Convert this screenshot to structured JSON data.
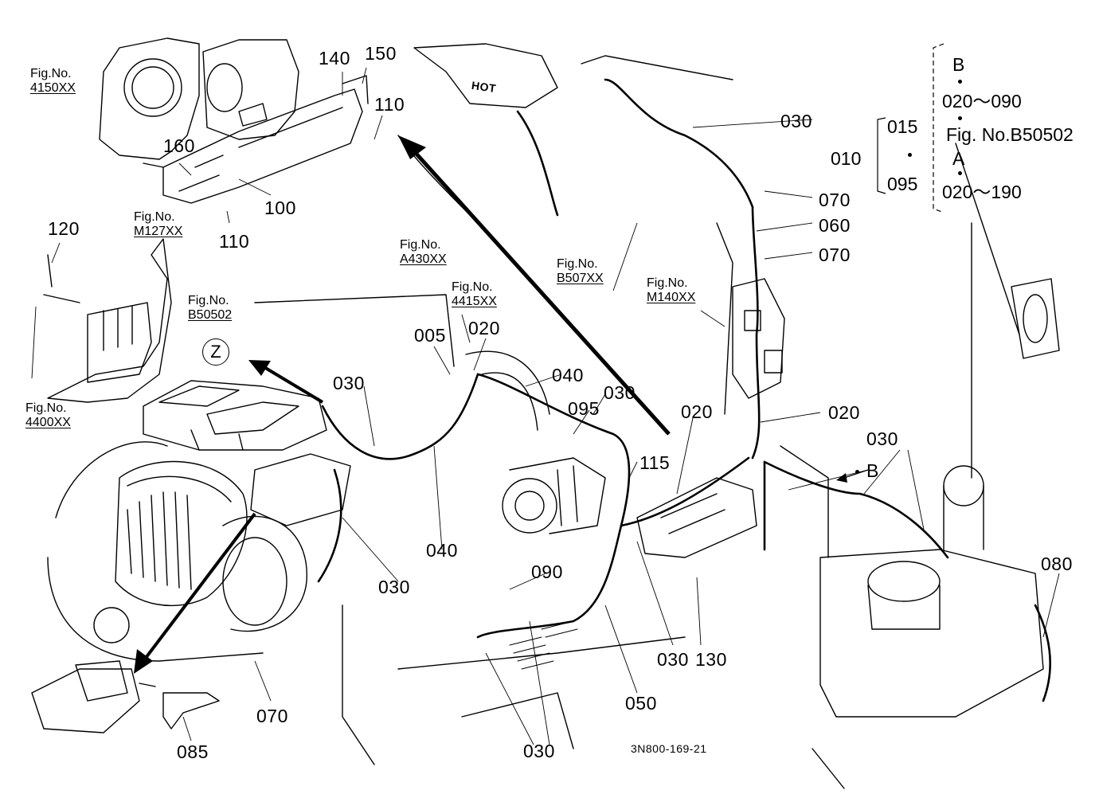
{
  "diagram": {
    "part_labels": [
      {
        "id": "140",
        "text": "140"
      },
      {
        "id": "150",
        "text": "150"
      },
      {
        "id": "110a",
        "text": "110"
      },
      {
        "id": "160",
        "text": "160"
      },
      {
        "id": "100",
        "text": "100"
      },
      {
        "id": "110b",
        "text": "110"
      },
      {
        "id": "120",
        "text": "120"
      },
      {
        "id": "030a",
        "text": "030"
      },
      {
        "id": "070a",
        "text": "070"
      },
      {
        "id": "060",
        "text": "060"
      },
      {
        "id": "070b",
        "text": "070"
      },
      {
        "id": "005",
        "text": "005"
      },
      {
        "id": "020a",
        "text": "020"
      },
      {
        "id": "040a",
        "text": "040"
      },
      {
        "id": "030b",
        "text": "030"
      },
      {
        "id": "095",
        "text": "095"
      },
      {
        "id": "030c",
        "text": "030"
      },
      {
        "id": "020b",
        "text": "020"
      },
      {
        "id": "020c",
        "text": "020"
      },
      {
        "id": "030d",
        "text": "030"
      },
      {
        "id": "115",
        "text": "115"
      },
      {
        "id": "040b",
        "text": "040"
      },
      {
        "id": "030e",
        "text": "030"
      },
      {
        "id": "090",
        "text": "090"
      },
      {
        "id": "080",
        "text": "080"
      },
      {
        "id": "030f",
        "text": "030"
      },
      {
        "id": "130",
        "text": "130"
      },
      {
        "id": "050",
        "text": "050"
      },
      {
        "id": "070c",
        "text": "070"
      },
      {
        "id": "085",
        "text": "085"
      },
      {
        "id": "030g",
        "text": "030"
      }
    ],
    "fig_refs": [
      {
        "id": "4150XX",
        "caption": "Fig.No.",
        "number": "4150XX"
      },
      {
        "id": "M127XX",
        "caption": "Fig.No.",
        "number": "M127XX"
      },
      {
        "id": "A430XX",
        "caption": "Fig.No.",
        "number": "A430XX"
      },
      {
        "id": "4415XX",
        "caption": "Fig.No.",
        "number": "4415XX"
      },
      {
        "id": "B50502",
        "caption": "Fig.No.",
        "number": "B50502"
      },
      {
        "id": "B507XX",
        "caption": "Fig.No.",
        "number": "B507XX"
      },
      {
        "id": "M140XX",
        "caption": "Fig.No.",
        "number": "M140XX"
      },
      {
        "id": "4400XX",
        "caption": "Fig.No.",
        "number": "4400XX"
      }
    ],
    "legend": {
      "root": "010",
      "branch_top": "015",
      "branch_bottom": "095",
      "b_letter": "B",
      "b_range": "020～090",
      "fig_ref": "Fig. No.B50502",
      "a_letter": "A",
      "a_range": "020～190"
    },
    "view_marker": "Z",
    "point_b": "B",
    "drawing_code": "3N800-169-21",
    "hot_label": "HOT"
  }
}
